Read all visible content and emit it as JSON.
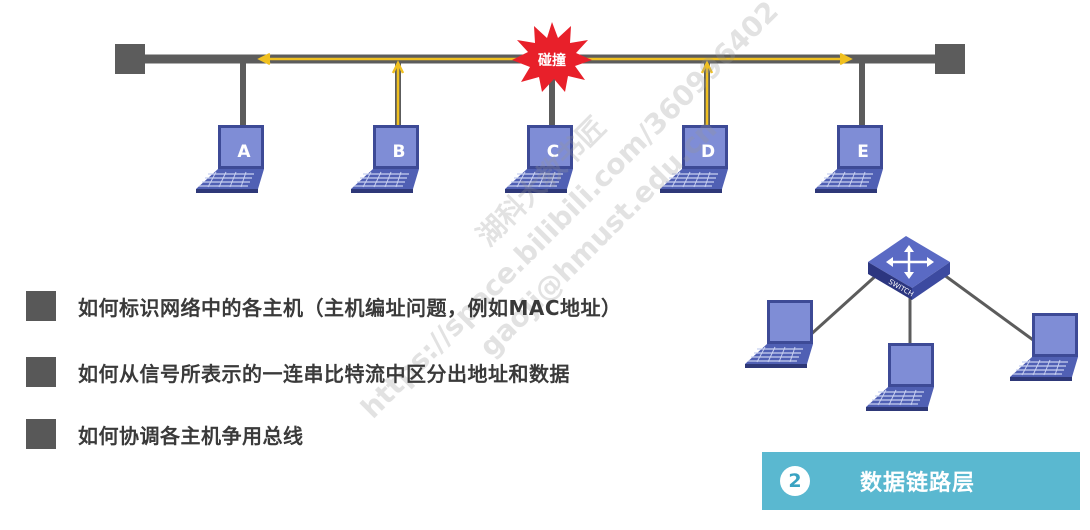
{
  "bus": {
    "collision_label": "碰撞",
    "hosts": [
      "A",
      "B",
      "C",
      "D",
      "E"
    ]
  },
  "bullets": [
    "如何标识网络中的各主机（主机编址问题，例如MAC地址）",
    "如何从信号所表示的一连串比特流中区分出地址和数据",
    "如何协调各主机争用总线"
  ],
  "switch_label": "SWITCH",
  "layer": {
    "number": "2",
    "title": "数据链路层"
  },
  "watermark": [
    "湖科大教书匠",
    "https://space.bilibili.com/360996402",
    "gaoji@hmust.edu.cn"
  ],
  "colors": {
    "bus": "#5c5c5c",
    "signal": "#f0c020",
    "collision": "#e8202a",
    "badge": "#5ab8d0",
    "laptop": "#4a5aa8"
  }
}
